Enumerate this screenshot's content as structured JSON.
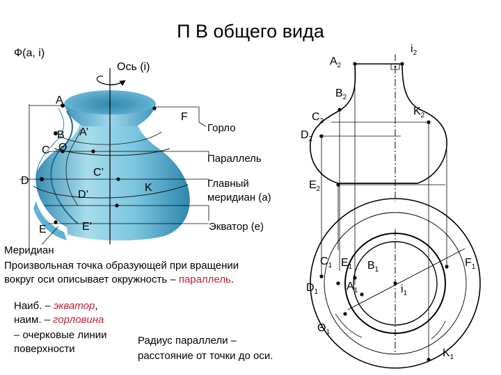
{
  "title": "П В общего вида",
  "colors": {
    "vase_light": "#a8dcec",
    "vase_mid": "#5fb3d4",
    "vase_dark": "#2f86ad",
    "highlight": "#c0213a"
  },
  "left_view": {
    "surface_label": "Ф(a, i)",
    "axis_label": "Ось (i)",
    "points": {
      "A": "A",
      "B": "B",
      "C": "C",
      "D": "D",
      "E": "E",
      "A_prime": "A’",
      "C_prime": "C’",
      "D_prime": "D’",
      "E_prime": "E’",
      "F": "F",
      "K": "K",
      "theta": "Θ"
    },
    "callouts": {
      "throat": "Горло",
      "parallel": "Параллель",
      "main_meridian_1": "Главный",
      "main_meridian_2": "меридиан (а)",
      "equator": "Экватор (е)",
      "meridian": "Меридиан"
    }
  },
  "right_view": {
    "labels": {
      "i2": "i",
      "i2_sub": "2",
      "A2": "A",
      "A2_sub": "2",
      "B2": "B",
      "B2_sub": "2",
      "C2": "C",
      "C2_sub": "2",
      "K2": "K",
      "K2_sub": "2",
      "D2": "D",
      "D2_sub": "2",
      "E2": "E",
      "E2_sub": "2",
      "C1": "C",
      "C1_sub": "1",
      "E1": "E",
      "E1_sub": "1",
      "B1": "B",
      "B1_sub": "1",
      "F1": "F",
      "F1_sub": "1",
      "D1": "D",
      "D1_sub": "1",
      "A1": "A",
      "A1_sub": "1",
      "i1": "i",
      "i1_sub": "1",
      "theta1": "Θ",
      "theta1_sub": "1",
      "K1": "K",
      "K1_sub": "1"
    }
  },
  "text": {
    "line1": "Произвольная точка образующей при вращении",
    "line2a": "вокруг оси описывает окружность – ",
    "line2b": "параллель",
    "line2c": ".",
    "max_a": "Наиб. – ",
    "max_b": "экватор",
    "max_c": ",",
    "min_a": "наим. – ",
    "min_b": "горловина",
    "outline1": "– очерковые линии",
    "outline2": "поверхности",
    "radius1": "Радиус параллели –",
    "radius2": "расстояние от точки до оси."
  }
}
